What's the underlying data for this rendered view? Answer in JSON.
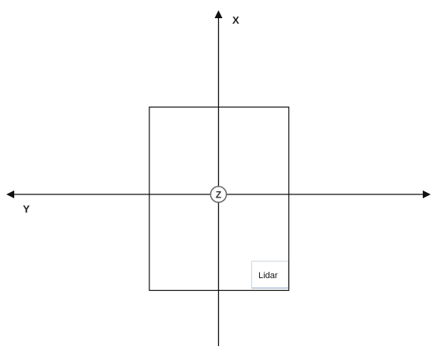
{
  "axes": {
    "x_label": "X",
    "y_label": "Y",
    "origin_label": "Z"
  },
  "sensor": {
    "label": "Lidar"
  },
  "colors": {
    "line": "#111111",
    "origin_stroke": "#666666",
    "box_border": "#cfd6de",
    "box_bottom": "#9fb7d0"
  }
}
